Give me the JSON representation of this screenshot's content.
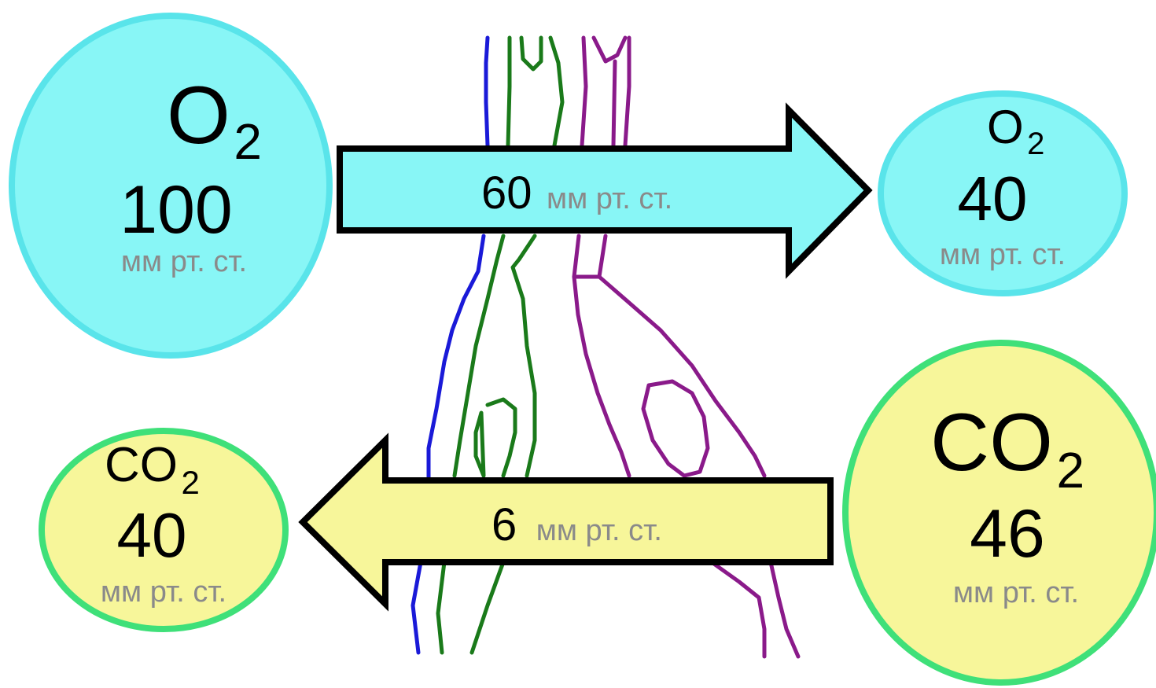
{
  "colors": {
    "oxygen_fill": "#88f6f6",
    "oxygen_border": "#59e4ea",
    "co2_fill": "#f7f69a",
    "co2_border": "#3fe079",
    "arrow_outline": "#000000",
    "unit_text": "#8a8a8a",
    "tissue_blue": "#1a1ad8",
    "tissue_green": "#1a7a1a",
    "tissue_purple": "#8a1a8a"
  },
  "alveolus_o2": {
    "gas": "O",
    "subscript": "2",
    "value": "100",
    "unit": "мм рт. ст."
  },
  "capillary_o2": {
    "gas": "O",
    "subscript": "2",
    "value": "40",
    "unit": "мм рт. ст."
  },
  "o2_gradient_arrow": {
    "value": "60",
    "unit": "мм рт. ст.",
    "direction": "right"
  },
  "alveolus_co2": {
    "gas": "CO",
    "subscript": "2",
    "value": "40",
    "unit": "мм рт. ст."
  },
  "capillary_co2": {
    "gas": "CO",
    "subscript": "2",
    "value": "46",
    "unit": "мм рт. ст."
  },
  "co2_gradient_arrow": {
    "value": "6",
    "unit": "мм рт. ст.",
    "direction": "left"
  }
}
